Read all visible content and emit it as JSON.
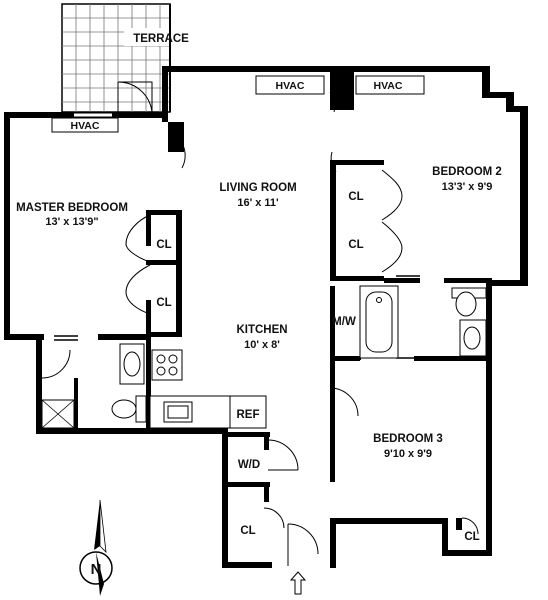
{
  "rooms": {
    "terrace": {
      "name": "TERRACE"
    },
    "living": {
      "name": "LIVING ROOM",
      "dims": "16' x 11'"
    },
    "master": {
      "name": "MASTER BEDROOM",
      "dims": "13' x 13'9\""
    },
    "bedroom2": {
      "name": "BEDROOM 2",
      "dims": "13'3' x 9'9"
    },
    "kitchen": {
      "name": "KITCHEN",
      "dims": "10' x 8'"
    },
    "bedroom3": {
      "name": "BEDROOM 3",
      "dims": "9'10 x 9'9"
    }
  },
  "labels": {
    "hvac": "HVAC",
    "closet": "CL",
    "mw": "M/W",
    "ref": "REF",
    "wd": "W/D"
  },
  "compass": {
    "letter": "N"
  },
  "colors": {
    "wall": "#000000",
    "background": "#ffffff",
    "line": "#000000"
  }
}
